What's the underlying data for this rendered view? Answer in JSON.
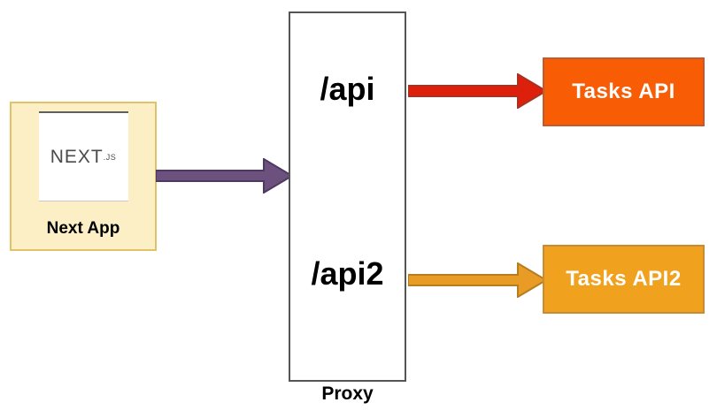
{
  "diagram": {
    "next_app": {
      "label": "Next App",
      "logo_text": "NEXT",
      "logo_suffix": ".JS"
    },
    "proxy": {
      "label": "Proxy",
      "routes": [
        {
          "path": "/api"
        },
        {
          "path": "/api2"
        }
      ]
    },
    "arrows": [
      {
        "name": "app-to-proxy",
        "fill": "#6C517E",
        "stroke": "#4E3960"
      },
      {
        "name": "api-to-tasks-api",
        "fill": "#DC200C",
        "stroke": "#A83220"
      },
      {
        "name": "api2-to-tasks-api2",
        "fill": "#E89B25",
        "stroke": "#B77C1E"
      }
    ],
    "targets": [
      {
        "label": "Tasks API",
        "fill": "#F85C04",
        "border": "#C05A30"
      },
      {
        "label": "Tasks API2",
        "fill": "#F0A21F",
        "border": "#C68D36"
      }
    ],
    "colors": {
      "canvas_bg": "#FFFFFF",
      "next_app_fill": "#FCEFC6",
      "next_app_border": "#E2C266",
      "proxy_border": "#555555",
      "label_text": "#000000",
      "target_text": "#FFFFFF"
    }
  }
}
